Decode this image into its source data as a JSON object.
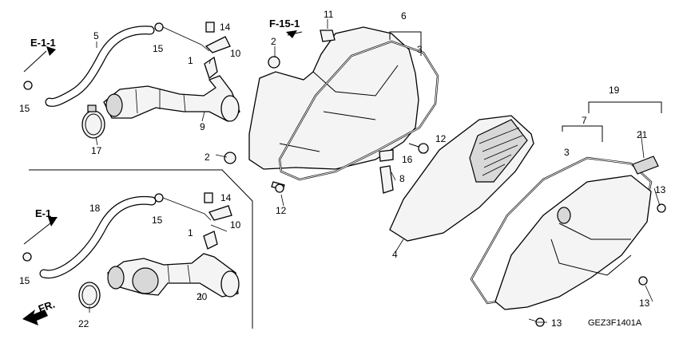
{
  "references": {
    "e_1_1": "E-1-1",
    "f_15_1": "F-15-1",
    "e_1": "E-1",
    "fr": "FR."
  },
  "callouts": {
    "c1": "1",
    "c1b": "1",
    "c2": "2",
    "c2b": "2",
    "c3": "3",
    "c3b": "3",
    "c4": "4",
    "c5": "5",
    "c6": "6",
    "c7": "7",
    "c8": "8",
    "c9": "9",
    "c10": "10",
    "c10b": "10",
    "c11": "11",
    "c12": "12",
    "c12b": "12",
    "c13": "13",
    "c13b": "13",
    "c13c": "13",
    "c14": "14",
    "c14b": "14",
    "c15": "15",
    "c15b": "15",
    "c15c": "15",
    "c15d": "15",
    "c16": "16",
    "c17": "17",
    "c18": "18",
    "c19": "19",
    "c20": "20",
    "c21": "21",
    "c22": "22"
  },
  "diagram_code": "GEZ3F1401A"
}
